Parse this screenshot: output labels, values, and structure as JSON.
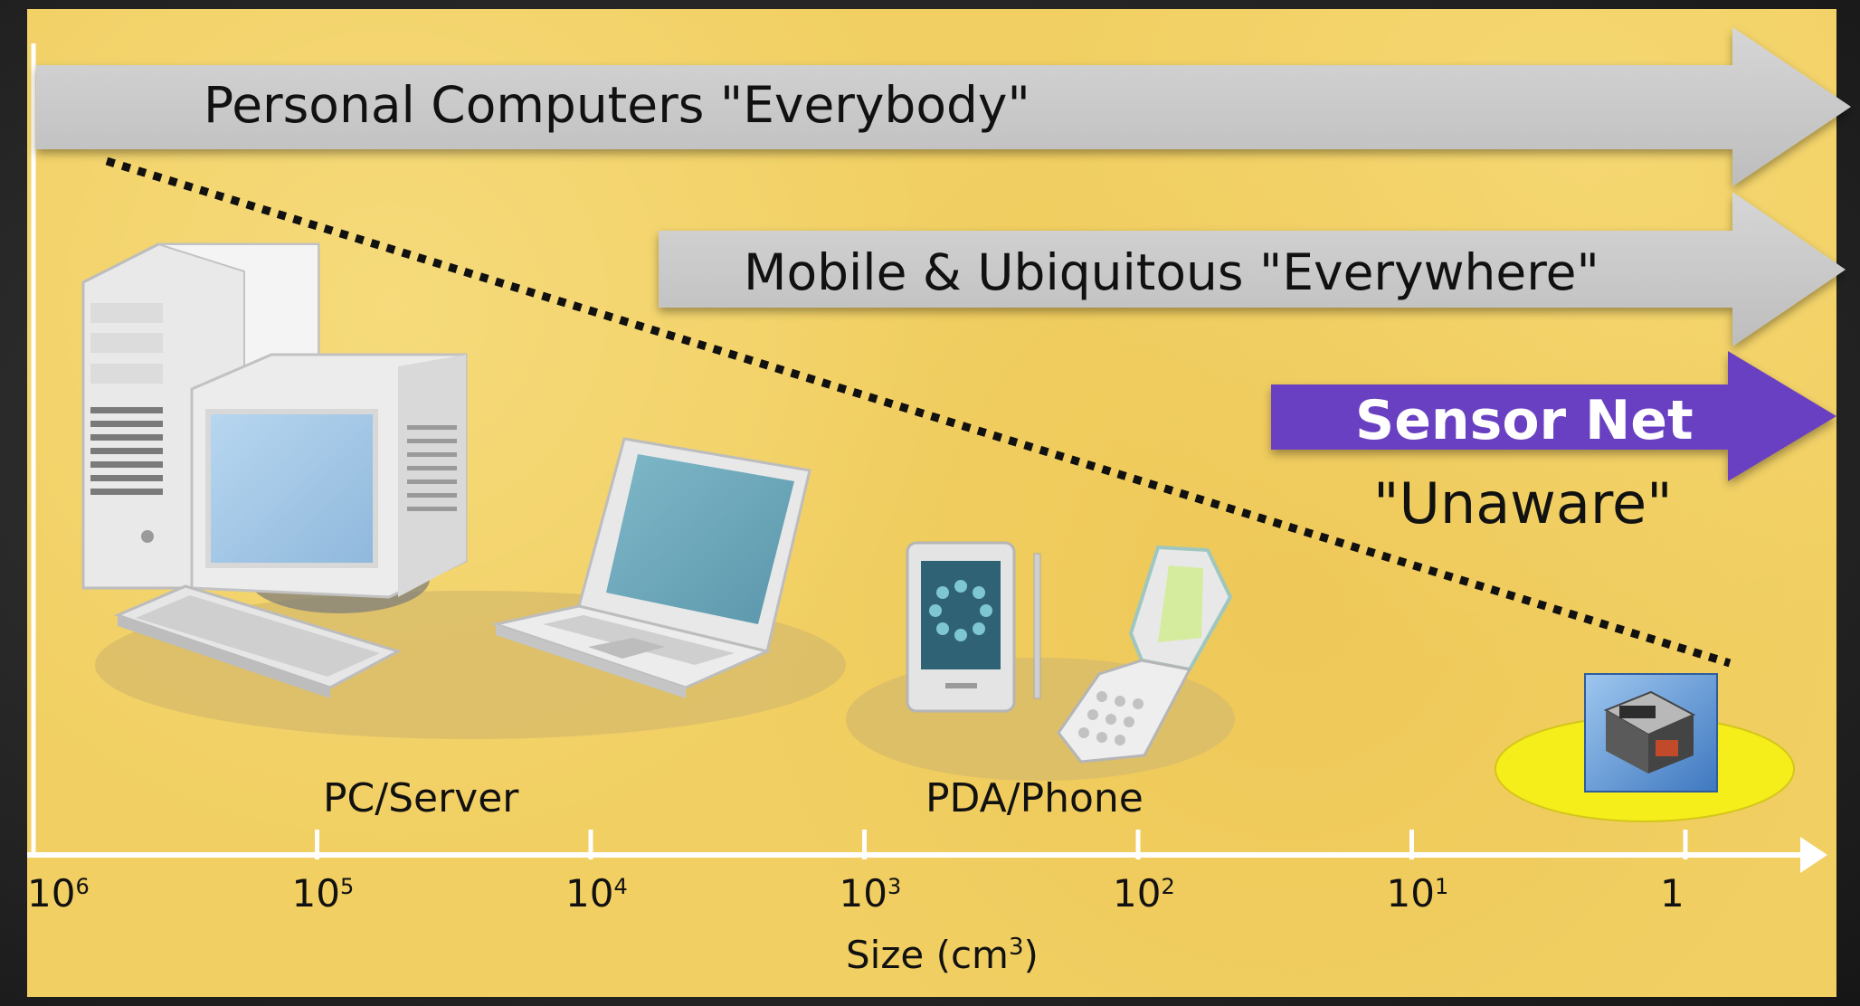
{
  "arrows": {
    "personal": "Personal Computers \"Everybody\"",
    "mobile": "Mobile & Ubiquitous \"Everywhere\"",
    "sensor": "Sensor Net",
    "sensor_sub": "\"Unaware\""
  },
  "categories": {
    "pc": "PC/Server",
    "pda": "PDA/Phone"
  },
  "axis": {
    "title_base": "Size (cm",
    "title_sup": "3",
    "title_end": ")",
    "ticks": [
      {
        "base": "10",
        "sup": "6"
      },
      {
        "base": "10",
        "sup": "5"
      },
      {
        "base": "10",
        "sup": "4"
      },
      {
        "base": "10",
        "sup": "3"
      },
      {
        "base": "10",
        "sup": "2"
      },
      {
        "base": "10",
        "sup": "1"
      },
      {
        "base": "1",
        "sup": ""
      }
    ]
  },
  "colors": {
    "background": "#f1cf62",
    "gray_arrow": "#c9c9c9",
    "sensor_arrow": "#6a3fc2",
    "sensor_text": "#ffffff",
    "dotted_line": "#111111",
    "axis": "#ffffff"
  },
  "icons": [
    "desktop-computer-icon",
    "laptop-icon",
    "pda-icon",
    "flip-phone-icon",
    "sensor-mote-icon"
  ]
}
